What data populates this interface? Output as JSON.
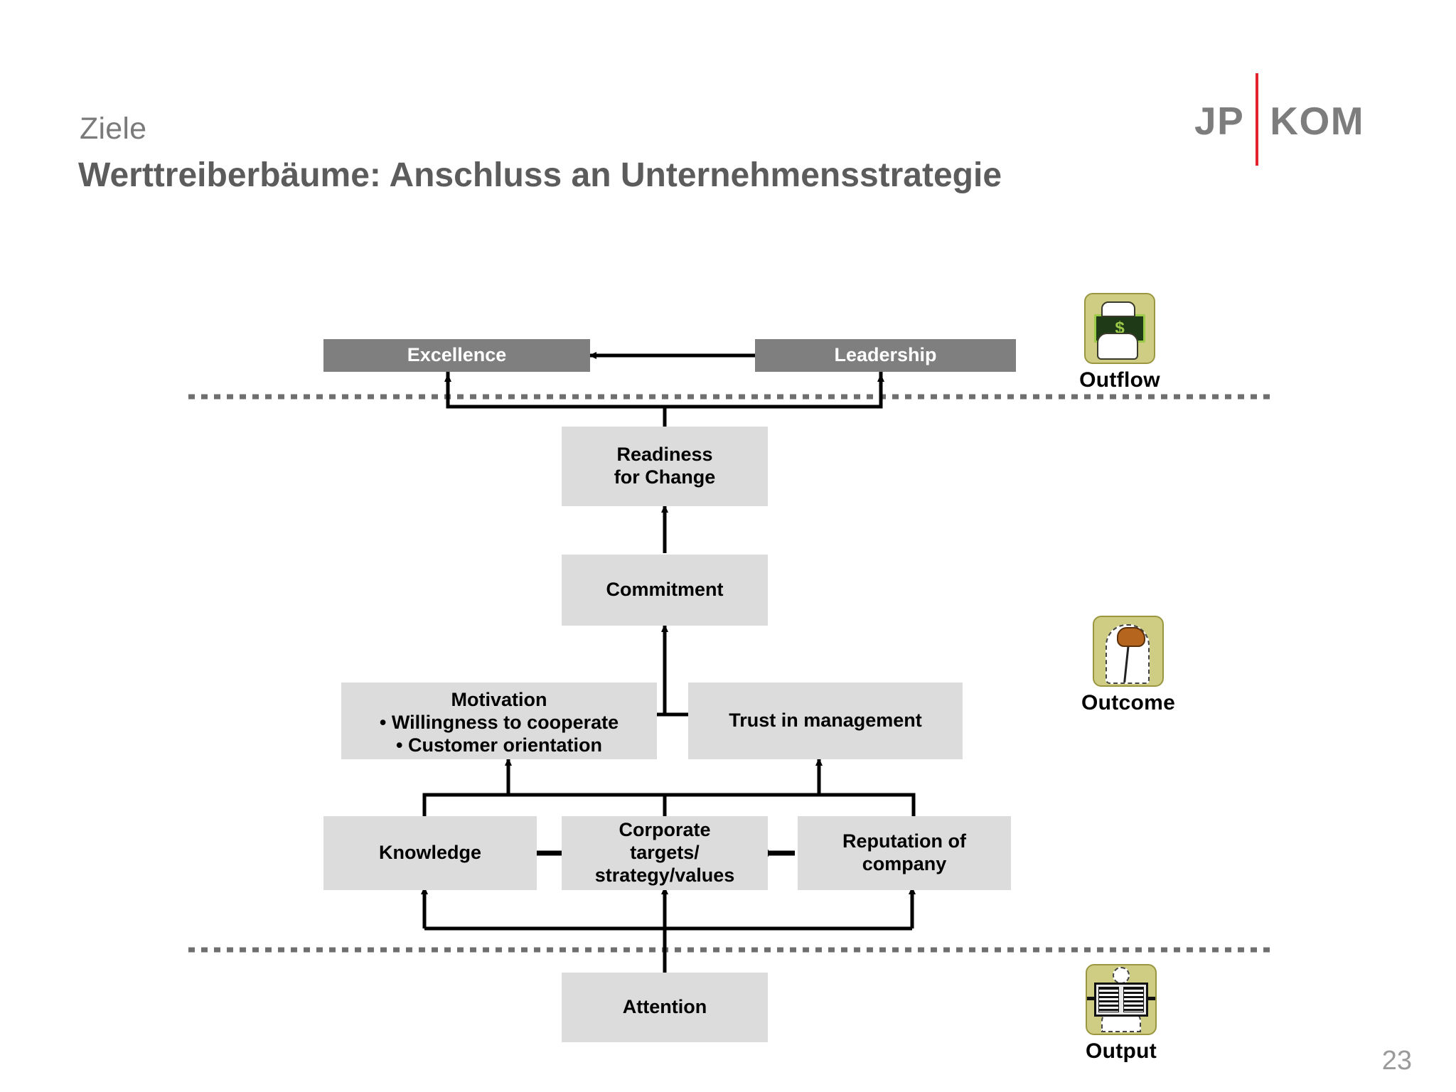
{
  "slide": {
    "kicker": "Ziele",
    "title": "Werttreiberbäume: Anschluss an Unternehmensstrategie",
    "page_number": "23",
    "colors": {
      "brand_red": "#e2232b",
      "logo_gray": "#7d7d7d",
      "title_gray": "#5c5c5c",
      "kicker_gray": "#7a7a7a",
      "node_dark": "#7f7f7f",
      "node_light": "#dcdcdc",
      "icon_olive": "#cfcc83",
      "divider_dotted": "#6f6f6f"
    }
  },
  "logo": {
    "left": "JP",
    "right": "KOM",
    "divider_color": "#e2232b"
  },
  "diagram": {
    "nodes": [
      {
        "id": "excellence",
        "label": "Excellence",
        "style": "dark"
      },
      {
        "id": "leadership",
        "label": "Leadership",
        "style": "dark"
      },
      {
        "id": "readiness",
        "line1": "Readiness",
        "line2": "for Change",
        "style": "light"
      },
      {
        "id": "commitment",
        "label": "Commitment",
        "style": "light"
      },
      {
        "id": "motivation",
        "title": "Motivation",
        "bullets": [
          "Willingness to cooperate",
          "Customer orientation"
        ],
        "style": "light"
      },
      {
        "id": "trust",
        "label": "Trust in management",
        "style": "light"
      },
      {
        "id": "knowledge",
        "label": "Knowledge",
        "style": "light"
      },
      {
        "id": "corporate",
        "line1": "Corporate",
        "line2": "targets/",
        "line3": "strategy/values",
        "style": "light"
      },
      {
        "id": "reputation",
        "line1": "Reputation of",
        "line2": "company",
        "style": "light"
      },
      {
        "id": "attention",
        "label": "Attention",
        "style": "light"
      }
    ],
    "bullet_glyph": "•"
  },
  "legend": [
    {
      "id": "outflow",
      "label": "Outflow",
      "icon": "money-in-hand-icon"
    },
    {
      "id": "outcome",
      "label": "Outcome",
      "icon": "head-brain-icon"
    },
    {
      "id": "output",
      "label": "Output",
      "icon": "person-reading-newspaper-icon"
    }
  ]
}
